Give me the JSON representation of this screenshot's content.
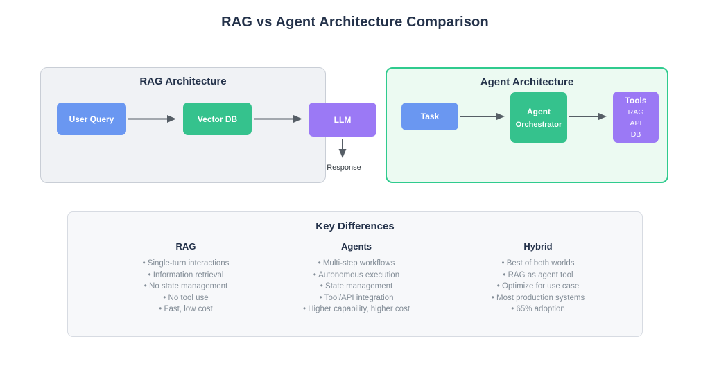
{
  "title": "RAG vs Agent Architecture Comparison",
  "colors": {
    "text_dark": "#24324a",
    "bullet_gray": "#828c96",
    "node_blue": "#6a97f1",
    "node_green": "#35c28d",
    "node_purple": "#9b79f5",
    "arrow": "#565e66",
    "rag_panel_bg": "#f0f2f5",
    "rag_panel_border": "#c9ced6",
    "agent_panel_bg": "#ecfaf2",
    "agent_panel_border": "#2fcb8e",
    "kd_bg": "#f7f8fa",
    "kd_border": "#d7dbe2"
  },
  "rag_panel": {
    "title": "RAG Architecture",
    "nodes": [
      {
        "label": "User Query"
      },
      {
        "label": "Vector DB"
      },
      {
        "label": "LLM"
      }
    ],
    "response_label": "Response"
  },
  "agent_panel": {
    "title": "Agent Architecture",
    "task_label": "Task",
    "orchestrator": {
      "line1": "Agent",
      "line2": "Orchestrator"
    },
    "tools": {
      "title": "Tools",
      "items": [
        "RAG",
        "API",
        "DB"
      ]
    }
  },
  "key_differences": {
    "title": "Key Differences",
    "columns": [
      {
        "heading": "RAG",
        "items": [
          "Single-turn interactions",
          "Information retrieval",
          "No state management",
          "No tool use",
          "Fast, low cost"
        ]
      },
      {
        "heading": "Agents",
        "items": [
          "Multi-step workflows",
          "Autonomous execution",
          "State management",
          "Tool/API integration",
          "Higher capability, higher cost"
        ]
      },
      {
        "heading": "Hybrid",
        "items": [
          "Best of both worlds",
          "RAG as agent tool",
          "Optimize for use case",
          "Most production systems",
          "65% adoption"
        ]
      }
    ]
  }
}
